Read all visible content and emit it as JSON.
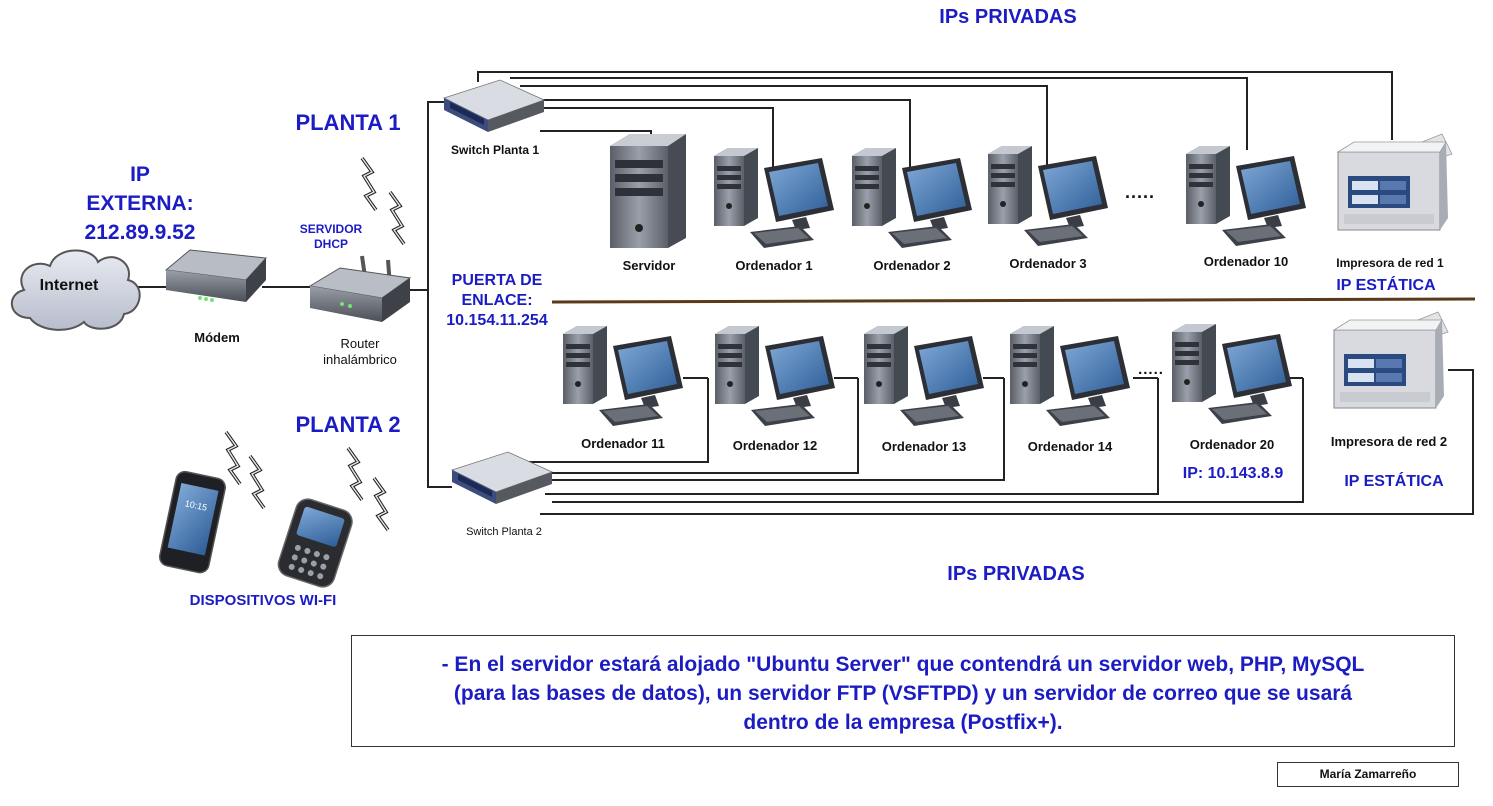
{
  "headers": {
    "top": "IPs PRIVADAS",
    "bottom": "IPs PRIVADAS"
  },
  "floors": {
    "planta1": "PLANTA 1",
    "planta2": "PLANTA 2"
  },
  "ip_externa": {
    "line1": "IP",
    "line2": "EXTERNA:",
    "line3": "212.89.9.52"
  },
  "internet": "Internet",
  "modem": "Módem",
  "dhcp": {
    "line1": "SERVIDOR",
    "line2": "DHCP"
  },
  "router": {
    "line1": "Router",
    "line2": "inhalámbrico"
  },
  "gateway": {
    "line1": "PUERTA DE",
    "line2": "ENLACE:",
    "line3": "10.154.11.254"
  },
  "switches": {
    "s1": "Switch Planta 1",
    "s2": "Switch Planta 2"
  },
  "planta1_devices": {
    "servidor": "Servidor",
    "o1": "Ordenador 1",
    "o2": "Ordenador 2",
    "o3": "Ordenador 3",
    "dots": ".....",
    "o10": "Ordenador 10",
    "printer": "Impresora de red 1",
    "printer_ip": "IP ESTÁTICA"
  },
  "planta2_devices": {
    "o11": "Ordenador 11",
    "o12": "Ordenador 12",
    "o13": "Ordenador 13",
    "o14": "Ordenador 14",
    "dots": ".....",
    "o20": "Ordenador 20",
    "o20_ip": "IP: 10.143.8.9",
    "printer": "Impresora de red 2",
    "printer_ip": "IP ESTÁTICA"
  },
  "wifi": "DISPOSITIVOS WI-FI",
  "phone_time": "10:15",
  "note": "- En el servidor estará alojado \"Ubuntu Server\" que contendrá un servidor web, PHP, MySQL\n(para las bases de datos), un servidor FTP (VSFTPD) y un servidor de correo que se usará\ndentro de la empresa (Postfix+).",
  "author": "María Zamarreño",
  "colors": {
    "label_blue": "#1c1cc4",
    "divider": "#5a3a1a",
    "lines": "#222222"
  }
}
